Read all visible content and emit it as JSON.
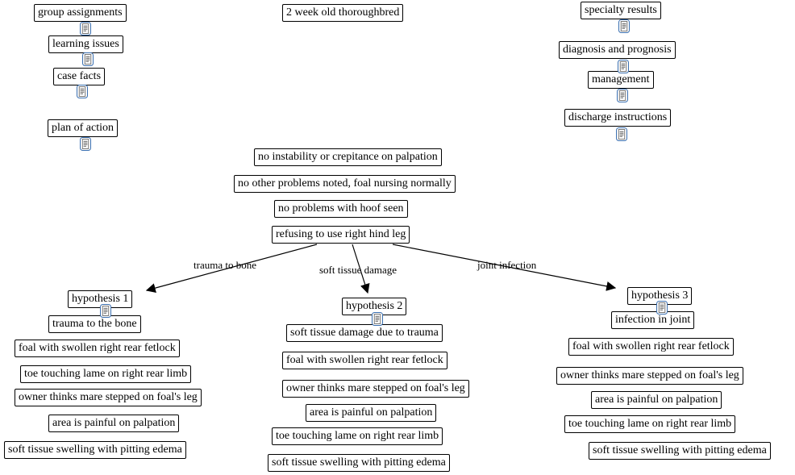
{
  "root": {
    "label": "2 week old thoroughbred"
  },
  "menu_left": [
    {
      "label": "group assignments"
    },
    {
      "label": "learning issues"
    },
    {
      "label": "case facts"
    },
    {
      "label": "plan of action"
    }
  ],
  "menu_right": [
    {
      "label": "specialty results"
    },
    {
      "label": "diagnosis and prognosis"
    },
    {
      "label": "management"
    },
    {
      "label": "discharge instructions"
    }
  ],
  "case_facts": [
    {
      "label": "no instability or crepitance on palpation"
    },
    {
      "label": "no other problems noted, foal nursing normally"
    },
    {
      "label": "no problems with hoof seen"
    },
    {
      "label": "refusing to use right hind leg"
    }
  ],
  "edge_labels": [
    {
      "label": "trauma to bone"
    },
    {
      "label": "soft tissue damage"
    },
    {
      "label": "joint infection"
    }
  ],
  "hypotheses": [
    {
      "title": "hypothesis 1",
      "statement": "trauma to the bone",
      "evidence": [
        {
          "label": "foal with swollen right rear fetlock"
        },
        {
          "label": "toe touching lame on right rear limb"
        },
        {
          "label": "owner thinks mare stepped on foal's leg"
        },
        {
          "label": "area is painful on palpation"
        },
        {
          "label": "soft tissue swelling with pitting edema"
        }
      ]
    },
    {
      "title": "hypothesis 2",
      "statement": "soft tissue damage due to trauma",
      "evidence": [
        {
          "label": "foal with swollen right rear fetlock"
        },
        {
          "label": "owner thinks mare stepped on foal's leg"
        },
        {
          "label": "area is painful on palpation"
        },
        {
          "label": "toe touching lame on right rear limb"
        },
        {
          "label": "soft tissue swelling with pitting edema"
        }
      ]
    },
    {
      "title": "hypothesis 3",
      "statement": "infection in joint",
      "evidence": [
        {
          "label": "foal with swollen right rear fetlock"
        },
        {
          "label": "owner thinks mare stepped on foal's leg"
        },
        {
          "label": "area is painful on palpation"
        },
        {
          "label": "toe touching lame on right rear limb"
        },
        {
          "label": "soft tissue swelling with pitting edema"
        }
      ]
    }
  ],
  "icons": {
    "resource": "document-resource-icon"
  },
  "colors": {
    "background": "#ffffff",
    "node_border": "#000000",
    "icon_accent": "#3a6fb0",
    "arrow": "#000000"
  }
}
